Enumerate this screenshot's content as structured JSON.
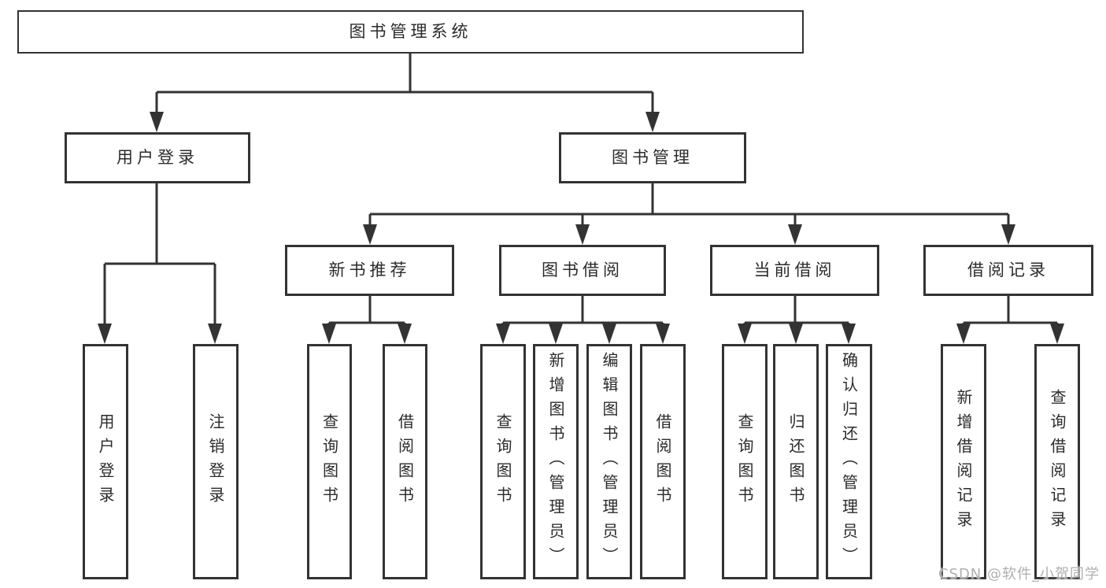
{
  "tree": {
    "label": "图书管理系统",
    "children": [
      {
        "label": "用户登录",
        "children": [
          {
            "label": "用户登录"
          },
          {
            "label": "注销登录"
          }
        ]
      },
      {
        "label": "图书管理",
        "children": [
          {
            "label": "新书推荐",
            "children": [
              {
                "label": "查询图书"
              },
              {
                "label": "借阅图书"
              }
            ]
          },
          {
            "label": "图书借阅",
            "children": [
              {
                "label": "查询图书"
              },
              {
                "label": "新增图书（管理员）"
              },
              {
                "label": "编辑图书（管理员）"
              },
              {
                "label": "借阅图书"
              }
            ]
          },
          {
            "label": "当前借阅",
            "children": [
              {
                "label": "查询图书"
              },
              {
                "label": "归还图书"
              },
              {
                "label": "确认归还（管理员）"
              }
            ]
          },
          {
            "label": "借阅记录",
            "children": [
              {
                "label": "新增借阅记录"
              },
              {
                "label": "查询借阅记录"
              }
            ]
          }
        ]
      }
    ]
  },
  "watermark": {
    "text": "CSDN @软件_小贺同学"
  },
  "colors": {
    "line": "#333333",
    "box_border": "#333333",
    "text": "#2b2b2b",
    "watermark": "#a8a8a8",
    "background": "#ffffff"
  }
}
